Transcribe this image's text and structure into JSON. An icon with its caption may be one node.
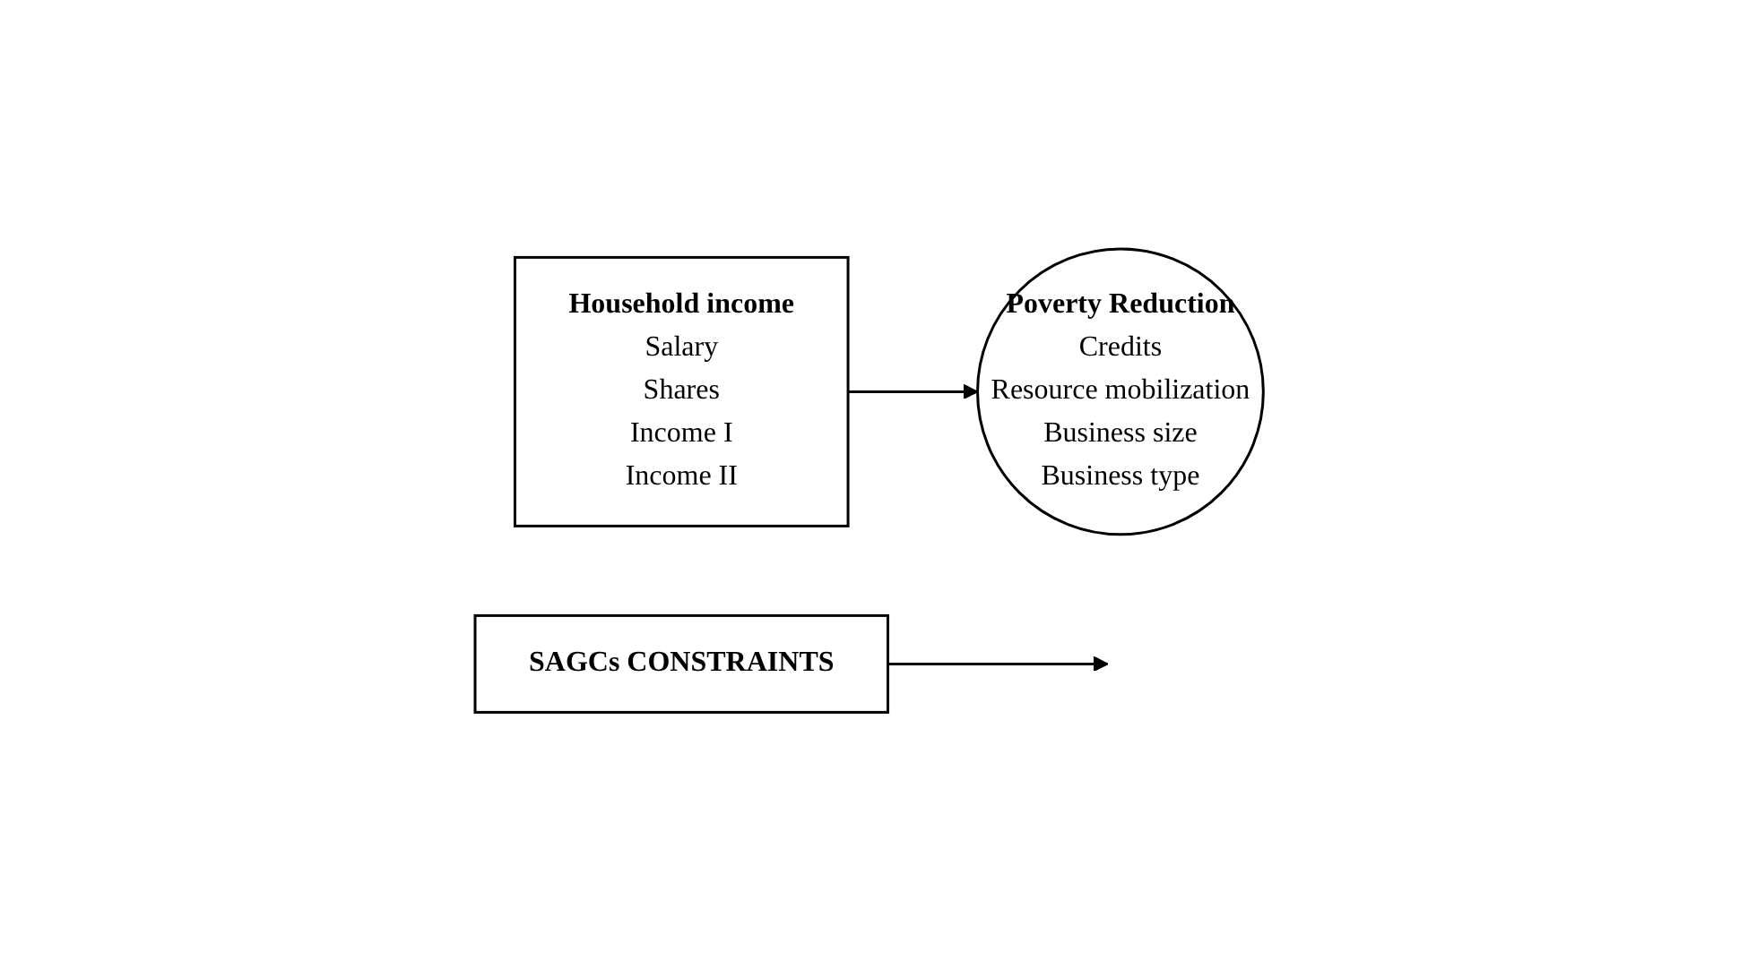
{
  "diagram": {
    "nodes": [
      {
        "text": [
          "Household income",
          "Salary",
          "Shares",
          "Income I",
          "Income II"
        ]
      },
      {
        "text": [
          "Poverty Reduction",
          "Credits",
          "Resource mobilization",
          "Business size",
          "Business type"
        ]
      },
      {
        "text": [
          "SAGCs CONSTRAINTS"
        ]
      }
    ],
    "edges": [
      {
        "from": 0,
        "to": 1,
        "arrow": "to"
      },
      {
        "from": 2,
        "to": null,
        "arrow": "to"
      }
    ]
  }
}
